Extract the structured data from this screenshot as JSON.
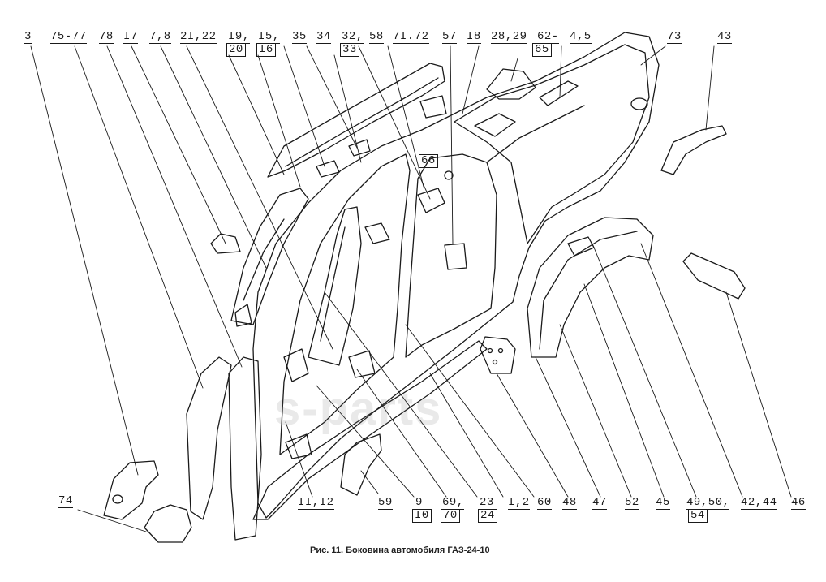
{
  "caption": "Рис. 11. Боковина автомобиля ГАЗ-24-10",
  "watermark": "s-parts",
  "colors": {
    "ink": "#1a1a1a",
    "watermark": "#b4b4b4"
  },
  "labels_top": [
    "3",
    "75-77",
    "78",
    "I7",
    "7,8",
    "2I,22",
    "I9,",
    "20",
    "I5,",
    "I6",
    "35",
    "34",
    "32,",
    "33",
    "58",
    "7I.72",
    "57",
    "I8",
    "28,29",
    "62-",
    "65",
    "4,5",
    "73",
    "43"
  ],
  "label_66": "66",
  "label_74": "74",
  "labels_bottom": [
    "II,I2",
    "59",
    "9",
    "I0",
    "69,",
    "70",
    "23",
    "24",
    "I,2",
    "60",
    "48",
    "47",
    "52",
    "45",
    "49,50,",
    "54",
    "42,44",
    "46"
  ]
}
